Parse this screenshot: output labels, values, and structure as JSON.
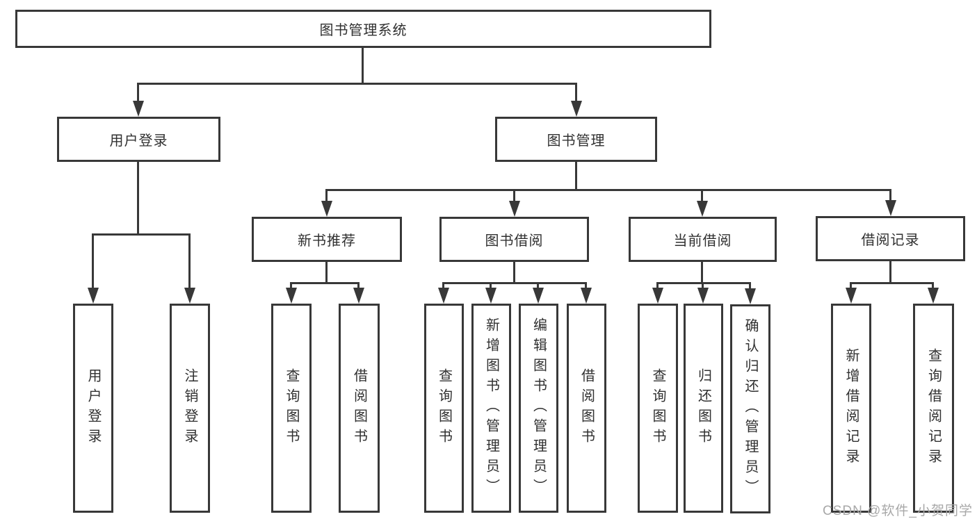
{
  "diagram": {
    "type": "hierarchy-tree",
    "colors": {
      "line": "#383838",
      "box_border": "#383838",
      "text": "#303030",
      "background": "#ffffff",
      "watermark": "#a8a8a8"
    },
    "nodes": {
      "root": {
        "label": "图书管理系统"
      },
      "level2": [
        {
          "label": "用户登录"
        },
        {
          "label": "图书管理"
        }
      ],
      "level3": [
        {
          "label": "新书推荐"
        },
        {
          "label": "图书借阅"
        },
        {
          "label": "当前借阅"
        },
        {
          "label": "借阅记录"
        }
      ],
      "leaves": {
        "user_login": [
          "用户登录",
          "注销登录"
        ],
        "new_book": [
          "查询图书",
          "借阅图书"
        ],
        "book_borrow": [
          "查询图书",
          "新增图书（管理员）",
          "编辑图书（管理员）",
          "借阅图书"
        ],
        "current_borrow": [
          "查询图书",
          "归还图书",
          "确认归还（管理员）"
        ],
        "borrow_records": [
          "新增借阅记录",
          "查询借阅记录"
        ]
      }
    },
    "watermark": "CSDN @软件_小贺同学"
  }
}
